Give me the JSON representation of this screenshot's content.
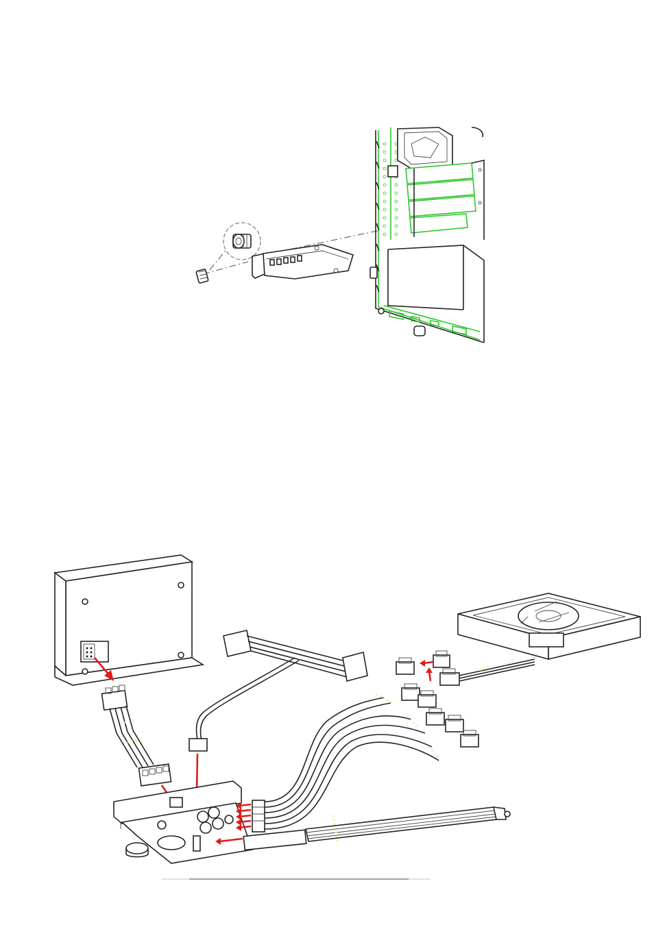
{
  "figures": [
    {
      "id": "installation",
      "depicts": "pci-bracket-mounting"
    },
    {
      "id": "wiring",
      "depicts": "cable-connections"
    }
  ],
  "colors": {
    "chassis_highlight": "#2cc72c",
    "connection_arrow": "#e01b1b",
    "line_art": "#222222",
    "cable_glow": "#f5e7a8"
  },
  "icons": [
    "thumbscrew-icon",
    "magnifier-icon",
    "fan-icon",
    "connector-icon",
    "arrow-icon"
  ]
}
